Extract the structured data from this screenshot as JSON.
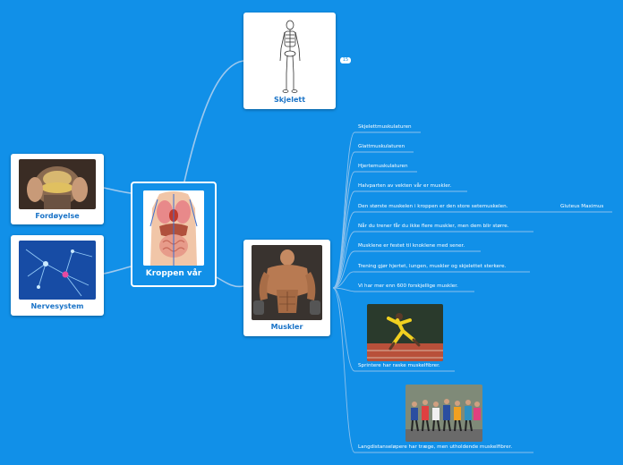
{
  "central": {
    "title": "Kroppen vår"
  },
  "nodes": {
    "skjelett": {
      "label": "Skjelett",
      "badge": "15"
    },
    "muskler": {
      "label": "Muskler"
    },
    "fordoyelse": {
      "label": "Fordøyelse"
    },
    "nervesystem": {
      "label": "Nervesystem"
    }
  },
  "muscle_facts": [
    "Skjelettmuskulaturen",
    "Glattmuskulaturen",
    "Hjertemuskulaturen",
    "Halvparten av vekten vår er muskler.",
    "Den største muskelen i kroppen er den store setemuskelen.",
    "Når du trener får du ikke flere muskler, men dem blir større.",
    "Musklene er festet til knoklene med sener.",
    "Trening gjør hjertet, lungen, muskler og skjelettet sterkere.",
    "Vi har mer enn 600 forskjellige muskler.",
    "Sprintere har raske muskelfibrer.",
    "Langdistanseløpere har træge, men utholdende muskelfibrer."
  ],
  "sub_fact": "Gluteus Maximus",
  "colors": {
    "background": "#1190e8",
    "accent": "#1a73c7"
  }
}
